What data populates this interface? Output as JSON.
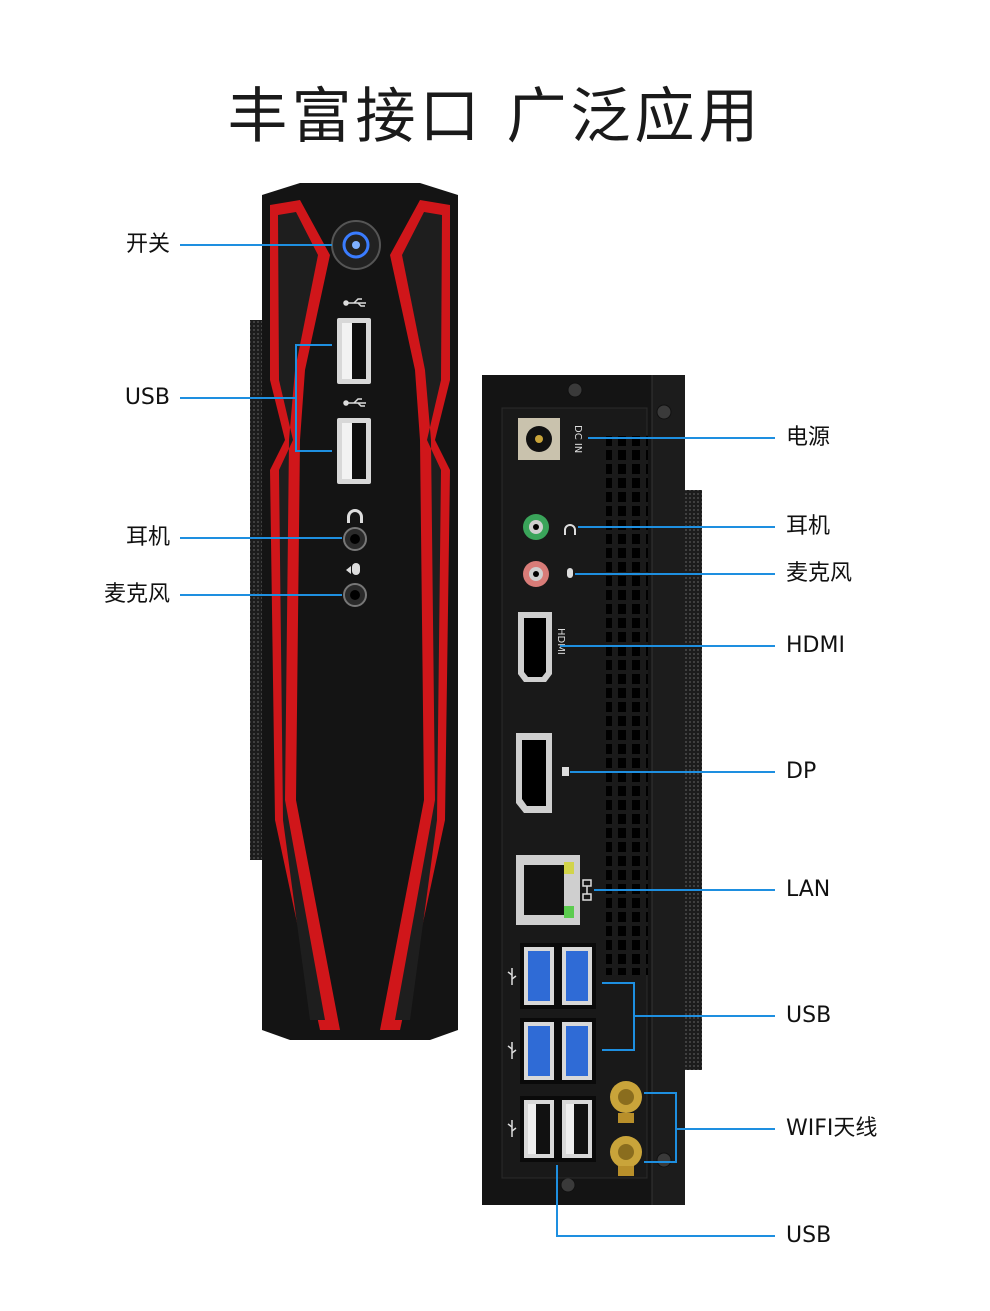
{
  "title": "丰富接口 广泛应用",
  "colors": {
    "accent": "#1e8fe0",
    "red": "#d0161a",
    "chassis": "#141414",
    "usb3": "#2f6bd6"
  },
  "front_labels": {
    "power": "开关",
    "usb": "USB",
    "headphone": "耳机",
    "mic": "麦克风"
  },
  "front_icons": {
    "usb_top": "usb-icon",
    "usb_bottom": "usb-icon",
    "headphone": "headphone-icon",
    "mic": "mic-icon"
  },
  "back_labels": {
    "dc": "电源",
    "headphone": "耳机",
    "mic": "麦克风",
    "hdmi": "HDMI",
    "dp": "DP",
    "lan": "LAN",
    "usb3": "USB",
    "wifi": "WIFI天线",
    "usb2": "USB"
  },
  "back_port_text": {
    "dc_in": "DC IN",
    "hdmi": "HDMI"
  }
}
